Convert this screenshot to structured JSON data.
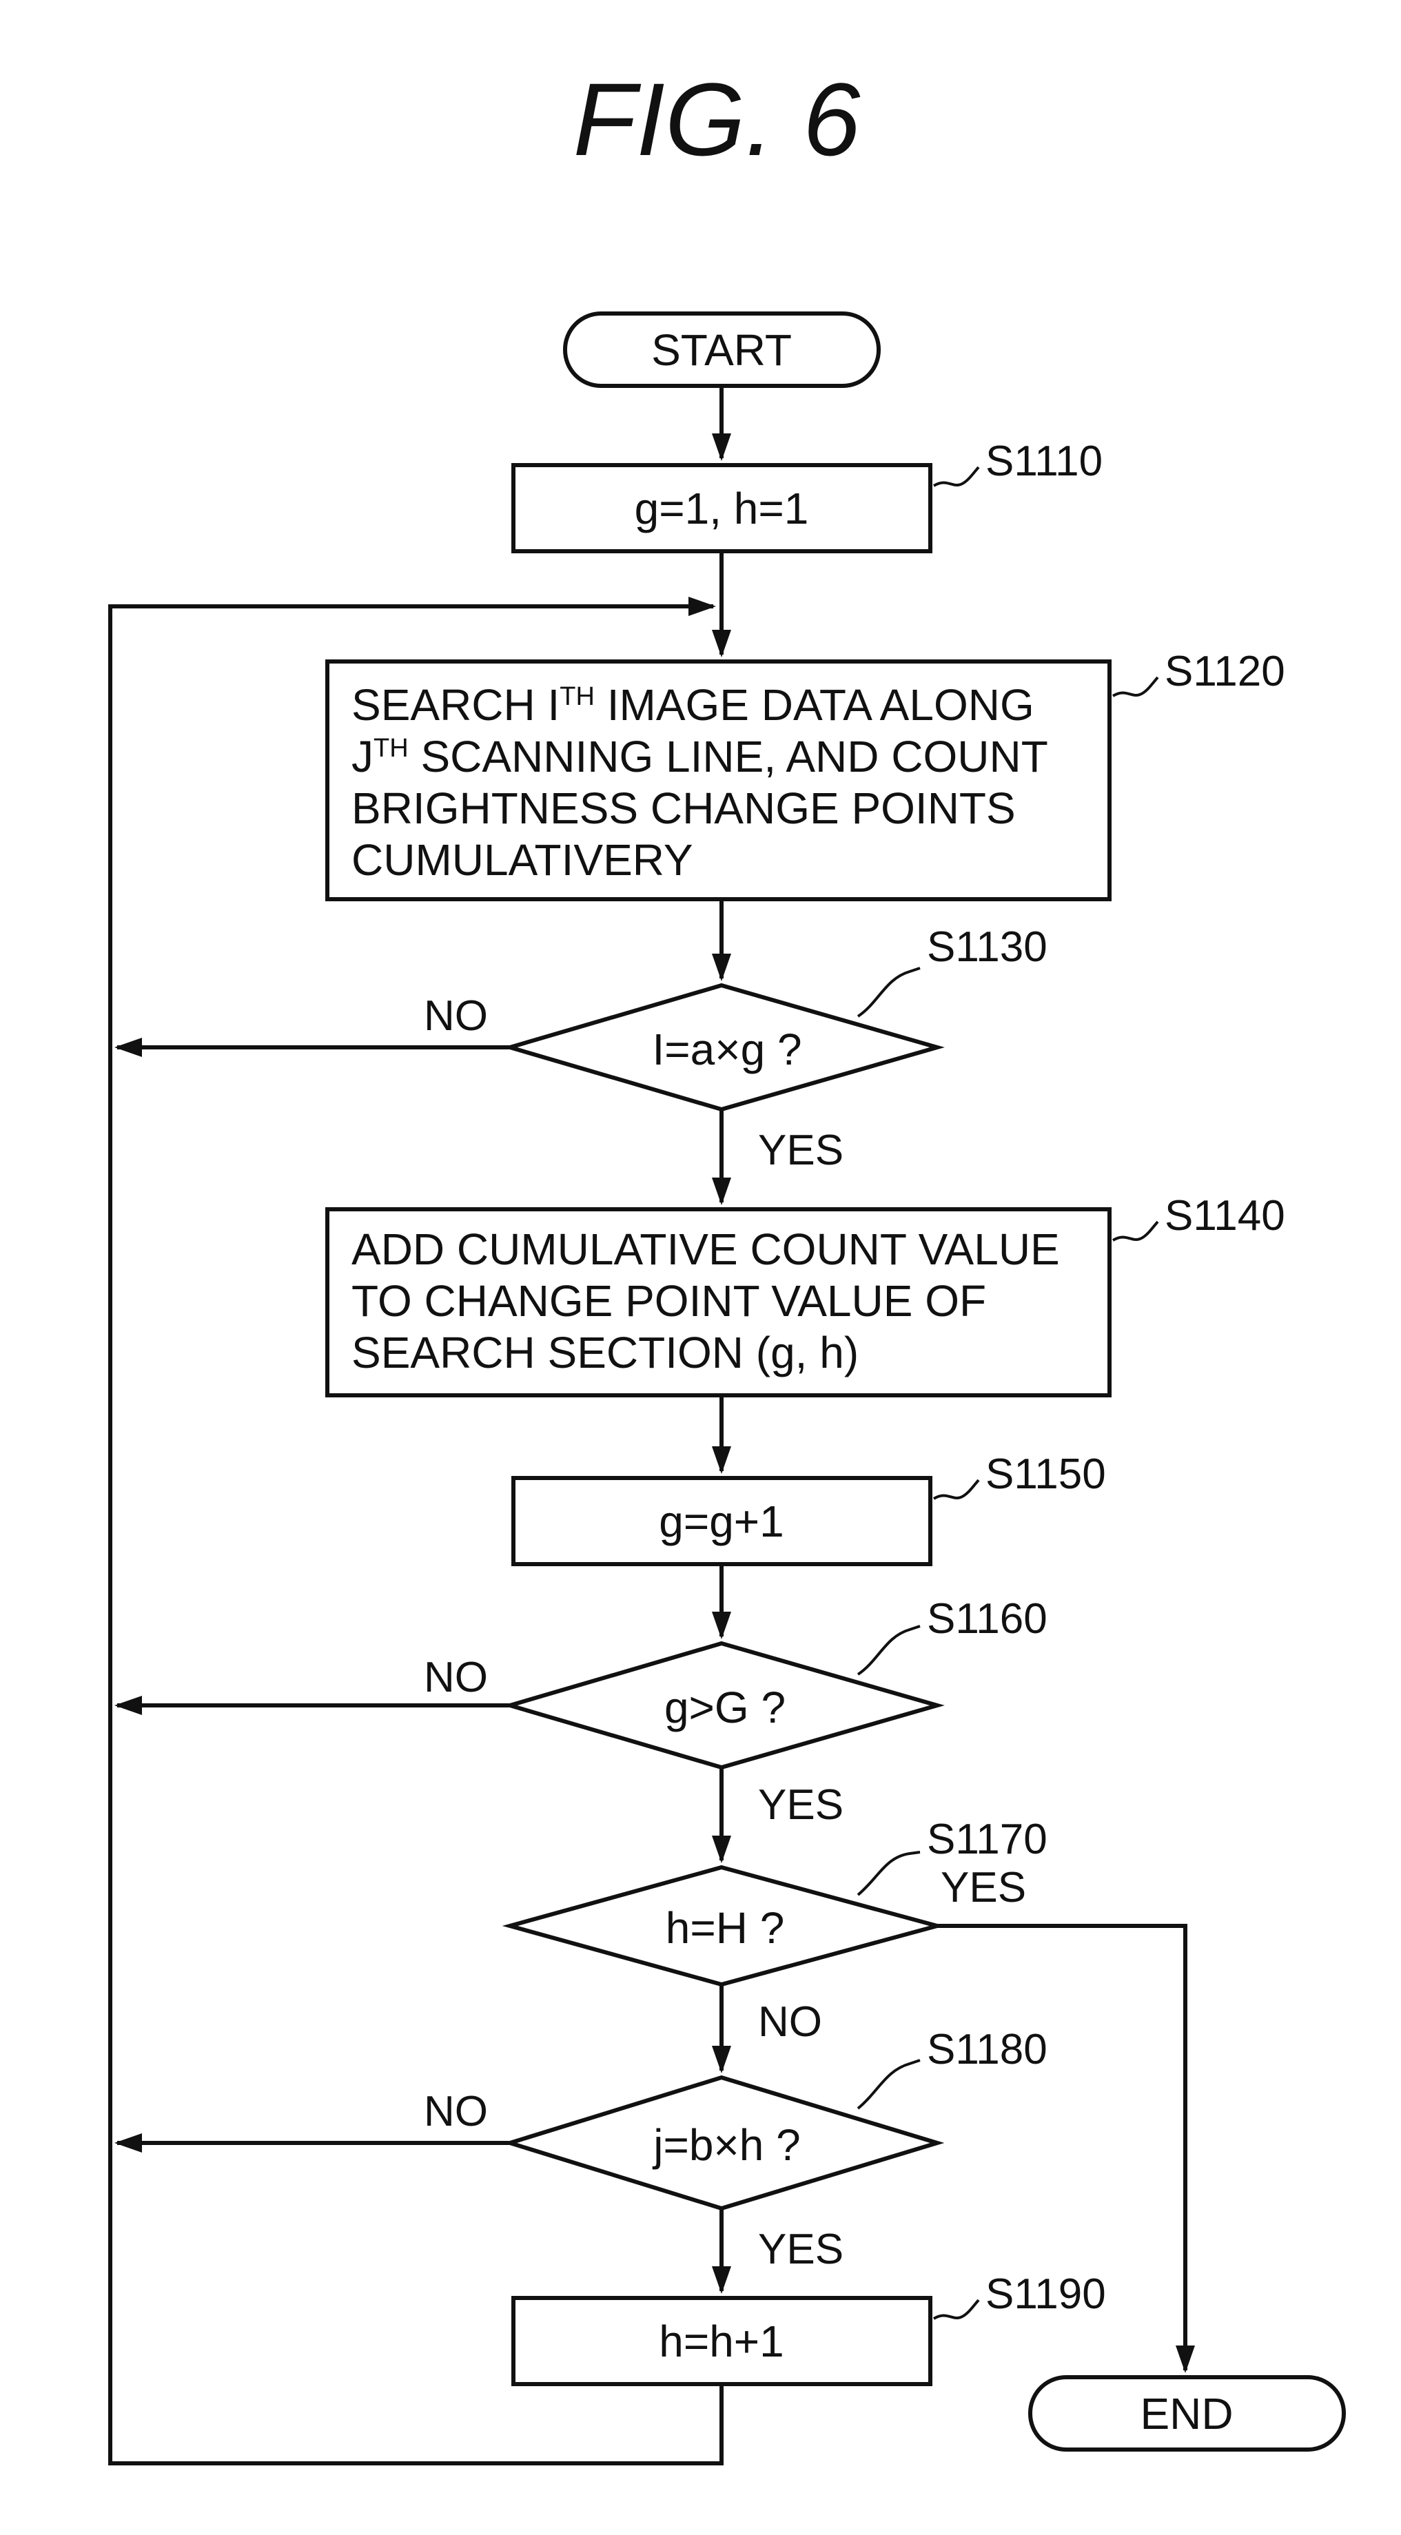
{
  "figure": {
    "title": "FIG. 6"
  },
  "nodes": {
    "start": "START",
    "s1110": {
      "id": "S1110",
      "text": "g=1, h=1"
    },
    "s1120": {
      "id": "S1120",
      "lines": [
        "SEARCH I",
        "TH",
        " IMAGE DATA ALONG",
        "J",
        "TH",
        " SCANNING LINE, AND COUNT",
        "BRIGHTNESS CHANGE POINTS",
        "CUMULATIVERY"
      ]
    },
    "s1130": {
      "id": "S1130",
      "text": "I=a×g ?"
    },
    "s1140": {
      "id": "S1140",
      "lines": [
        "ADD CUMULATIVE COUNT VALUE",
        "TO CHANGE POINT VALUE OF",
        "SEARCH SECTION (g, h)"
      ]
    },
    "s1150": {
      "id": "S1150",
      "text": "g=g+1"
    },
    "s1160": {
      "id": "S1160",
      "text": "g>G ?"
    },
    "s1170": {
      "id": "S1170",
      "text": "h=H ?"
    },
    "s1180": {
      "id": "S1180",
      "text": "j=b×h ?"
    },
    "s1190": {
      "id": "S1190",
      "text": "h=h+1"
    },
    "end": "END"
  },
  "branch_labels": {
    "s1130_no": "NO",
    "s1130_yes": "YES",
    "s1160_no": "NO",
    "s1160_yes": "YES",
    "s1170_yes": "YES",
    "s1170_no": "NO",
    "s1180_no": "NO",
    "s1180_yes": "YES"
  }
}
